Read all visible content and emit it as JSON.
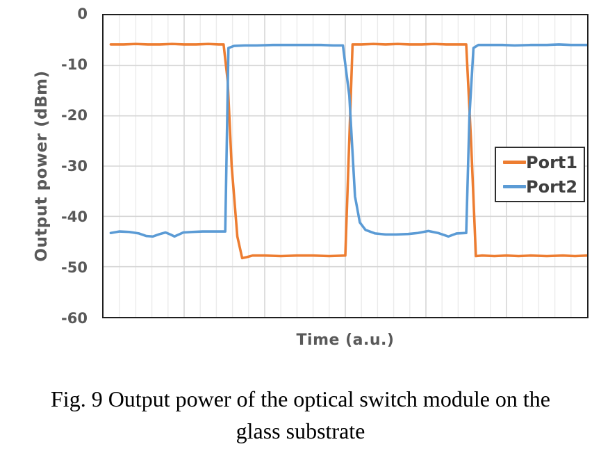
{
  "figure": {
    "caption_line1": "Fig. 9 Output power of the optical switch module on the",
    "caption_line2": "glass substrate"
  },
  "colors": {
    "port1": "#ED7D31",
    "port2": "#5B9BD5",
    "axis_text": "#595959",
    "legend_text": "#3F3F3F",
    "plot_border": "#1F1F1F",
    "grid_major": "#D6D6D6",
    "grid_minor": "#EBEBEB"
  },
  "chart_data": {
    "type": "line",
    "title": "",
    "xlabel": "Time (a.u.)",
    "ylabel": "Output power (dBm)",
    "xlim": [
      0,
      60
    ],
    "ylim": [
      -60,
      0
    ],
    "x_major_unit": 10,
    "x_minor_unit": 2,
    "y_major_unit": 10,
    "y_ticks": [
      "0",
      "-10",
      "-20",
      "-30",
      "-40",
      "-50",
      "-60"
    ],
    "grid": "vertical major+minor, horizontal major only",
    "legend_position": "inside middle-right",
    "series": [
      {
        "name": "Port1",
        "color": "#ED7D31",
        "points": [
          [
            0.9,
            -5.8
          ],
          [
            2.5,
            -5.8
          ],
          [
            4,
            -5.7
          ],
          [
            5.5,
            -5.8
          ],
          [
            7,
            -5.8
          ],
          [
            8.5,
            -5.7
          ],
          [
            10,
            -5.8
          ],
          [
            11.5,
            -5.8
          ],
          [
            13,
            -5.7
          ],
          [
            14.3,
            -5.8
          ],
          [
            14.9,
            -5.8
          ],
          [
            15.4,
            -13
          ],
          [
            15.9,
            -30
          ],
          [
            16.6,
            -44
          ],
          [
            17.2,
            -48.3
          ],
          [
            17.8,
            -48.1
          ],
          [
            18.5,
            -47.8
          ],
          [
            20,
            -47.8
          ],
          [
            22,
            -47.9
          ],
          [
            24,
            -47.8
          ],
          [
            26,
            -47.8
          ],
          [
            28,
            -47.9
          ],
          [
            30.0,
            -47.8
          ],
          [
            30.9,
            -5.8
          ],
          [
            32,
            -5.8
          ],
          [
            33.5,
            -5.7
          ],
          [
            35,
            -5.8
          ],
          [
            36.5,
            -5.7
          ],
          [
            38,
            -5.8
          ],
          [
            39.5,
            -5.8
          ],
          [
            41,
            -5.7
          ],
          [
            42.5,
            -5.8
          ],
          [
            44,
            -5.8
          ],
          [
            45.0,
            -5.8
          ],
          [
            45.6,
            -25
          ],
          [
            46.2,
            -47.9
          ],
          [
            47,
            -47.8
          ],
          [
            48.5,
            -47.9
          ],
          [
            50,
            -47.8
          ],
          [
            51.5,
            -47.9
          ],
          [
            53,
            -47.8
          ],
          [
            55,
            -47.9
          ],
          [
            57,
            -47.8
          ],
          [
            58.5,
            -47.9
          ],
          [
            60,
            -47.8
          ]
        ]
      },
      {
        "name": "Port2",
        "color": "#5B9BD5",
        "points": [
          [
            0.9,
            -43.3
          ],
          [
            2,
            -43.0
          ],
          [
            3.2,
            -43.1
          ],
          [
            4.4,
            -43.4
          ],
          [
            5.3,
            -43.9
          ],
          [
            6.1,
            -44.0
          ],
          [
            7,
            -43.5
          ],
          [
            7.7,
            -43.2
          ],
          [
            8.3,
            -43.6
          ],
          [
            8.8,
            -44.0
          ],
          [
            9.9,
            -43.2
          ],
          [
            11,
            -43.1
          ],
          [
            12.3,
            -43.0
          ],
          [
            13.5,
            -43.0
          ],
          [
            15.1,
            -43.0
          ],
          [
            15.5,
            -6.5
          ],
          [
            16.2,
            -6.1
          ],
          [
            17.5,
            -6.0
          ],
          [
            19,
            -6.0
          ],
          [
            21,
            -5.9
          ],
          [
            23,
            -5.9
          ],
          [
            25,
            -5.9
          ],
          [
            27,
            -5.9
          ],
          [
            28.5,
            -6.0
          ],
          [
            29.7,
            -6.0
          ],
          [
            30.5,
            -16
          ],
          [
            31.2,
            -36
          ],
          [
            31.8,
            -41.2
          ],
          [
            32.5,
            -42.7
          ],
          [
            33.7,
            -43.4
          ],
          [
            35,
            -43.6
          ],
          [
            36.3,
            -43.6
          ],
          [
            37.8,
            -43.5
          ],
          [
            39,
            -43.3
          ],
          [
            40.3,
            -42.9
          ],
          [
            41.5,
            -43.3
          ],
          [
            42.8,
            -44.0
          ],
          [
            43.8,
            -43.4
          ],
          [
            45.0,
            -43.3
          ],
          [
            45.4,
            -20
          ],
          [
            45.9,
            -6.5
          ],
          [
            46.5,
            -5.9
          ],
          [
            48,
            -5.9
          ],
          [
            49.5,
            -5.9
          ],
          [
            51,
            -6.0
          ],
          [
            53,
            -5.9
          ],
          [
            55,
            -5.9
          ],
          [
            56.5,
            -5.8
          ],
          [
            58,
            -5.9
          ],
          [
            60,
            -5.9
          ]
        ]
      }
    ]
  }
}
